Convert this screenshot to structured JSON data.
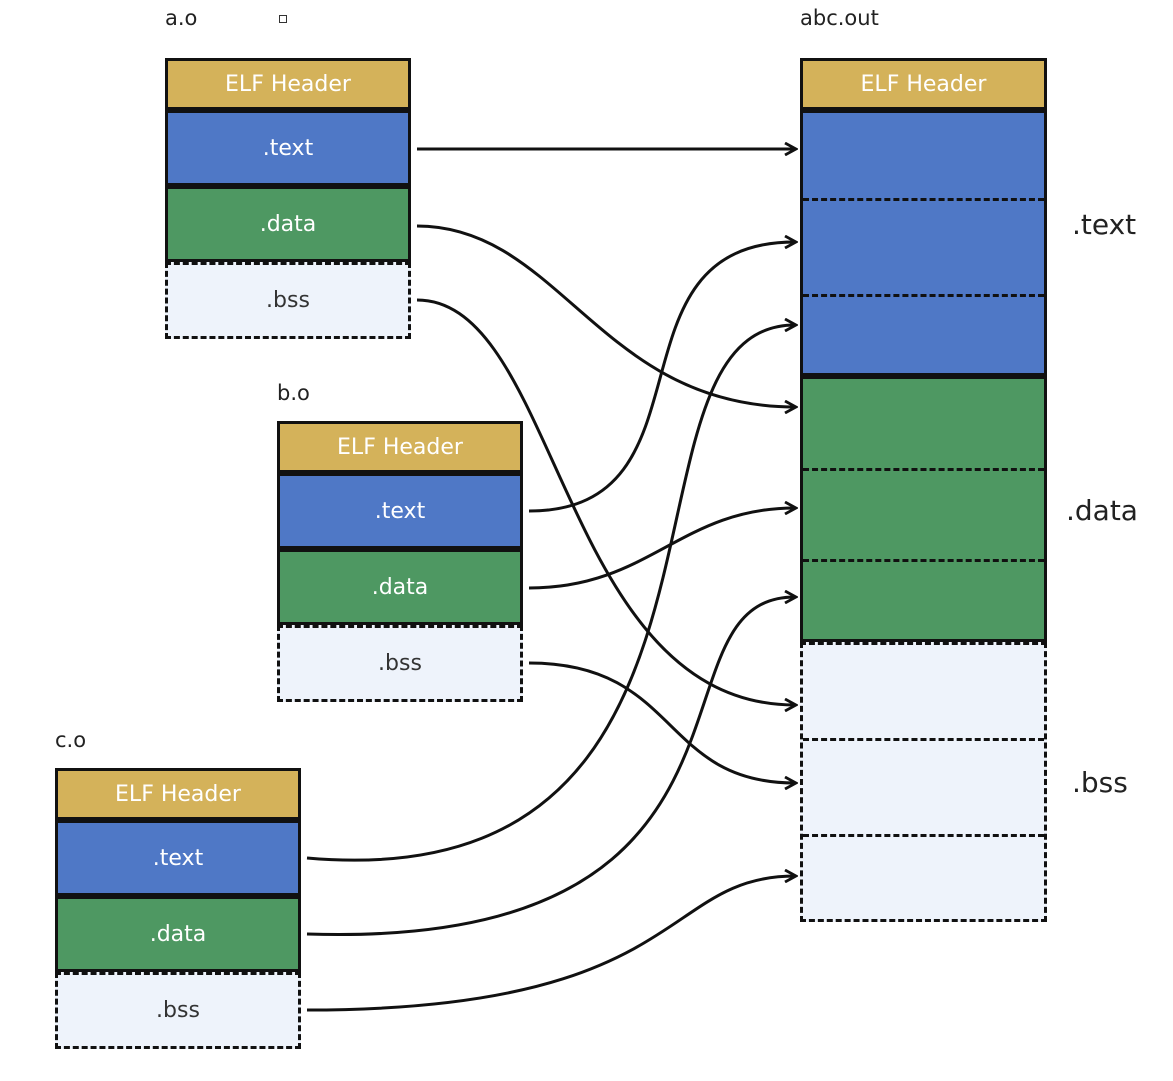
{
  "files": {
    "a": {
      "name": "a.o",
      "header": "ELF Header",
      "text": ".text",
      "data": ".data",
      "bss": ".bss"
    },
    "b": {
      "name": "b.o",
      "header": "ELF Header",
      "text": ".text",
      "data": ".data",
      "bss": ".bss"
    },
    "c": {
      "name": "c.o",
      "header": "ELF Header",
      "text": ".text",
      "data": ".data",
      "bss": ".bss"
    }
  },
  "output": {
    "name": "abc.out",
    "header": "ELF Header",
    "sections": {
      "text": ".text",
      "data": ".data",
      "bss": ".bss"
    }
  },
  "colors": {
    "header": "#d4b25a",
    "text": "#4f78c6",
    "data": "#4e9862",
    "bss": "#eef3fb",
    "stroke": "#111111"
  }
}
